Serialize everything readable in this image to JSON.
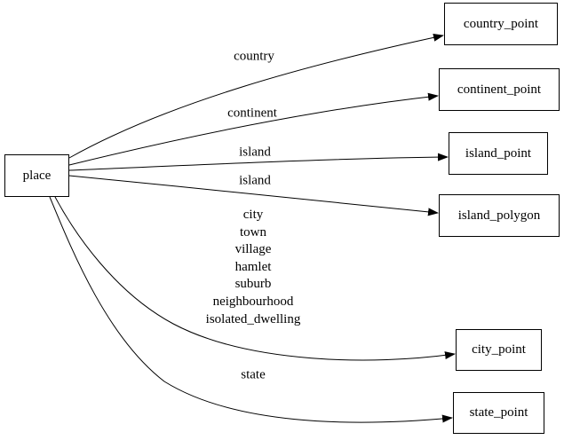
{
  "diagram": {
    "kind": "directed-graph",
    "colors": {
      "background": "#ffffff",
      "node_border": "#000000",
      "edge": "#000000",
      "text": "#000000"
    },
    "nodes": [
      {
        "id": "place",
        "label": "place"
      },
      {
        "id": "country_point",
        "label": "country_point"
      },
      {
        "id": "continent_point",
        "label": "continent_point"
      },
      {
        "id": "island_point",
        "label": "island_point"
      },
      {
        "id": "island_polygon",
        "label": "island_polygon"
      },
      {
        "id": "city_point",
        "label": "city_point"
      },
      {
        "id": "state_point",
        "label": "state_point"
      }
    ],
    "edges": [
      {
        "from": "place",
        "to": "country_point",
        "label": "country"
      },
      {
        "from": "place",
        "to": "continent_point",
        "label": "continent"
      },
      {
        "from": "place",
        "to": "island_point",
        "label": "island"
      },
      {
        "from": "place",
        "to": "island_polygon",
        "label": "island"
      },
      {
        "from": "place",
        "to": "city_point",
        "label_lines": [
          "city",
          "town",
          "village",
          "hamlet",
          "suburb",
          "neighbourhood",
          "isolated_dwelling"
        ]
      },
      {
        "from": "place",
        "to": "state_point",
        "label": "state"
      }
    ]
  }
}
